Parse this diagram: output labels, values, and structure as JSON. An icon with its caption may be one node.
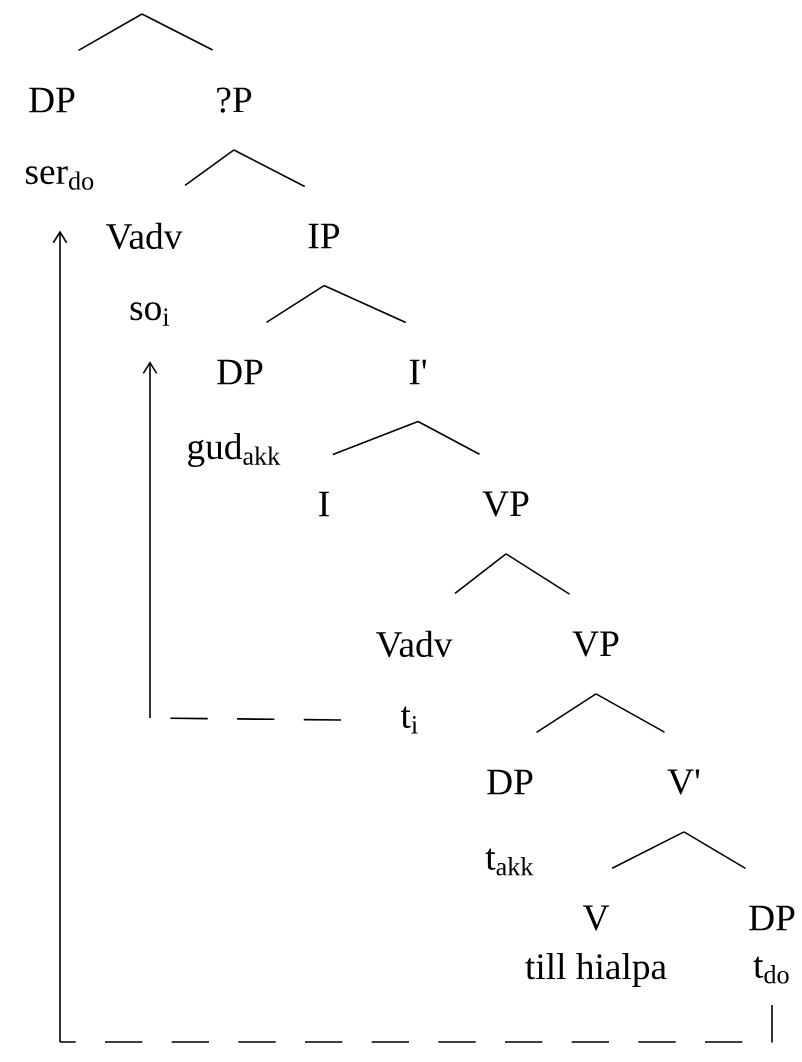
{
  "diagram": {
    "nodes": [
      {
        "text": [
          "DP"
        ]
      },
      {
        "text": [
          "?P"
        ]
      },
      {
        "text": [
          "ser$_{do}$"
        ]
      },
      {
        "text": [
          "Vadv"
        ]
      },
      {
        "text": [
          "IP"
        ]
      },
      {
        "text": [
          "so$_{i}$"
        ]
      },
      {
        "text": [
          "DP"
        ]
      },
      {
        "text": [
          "I'"
        ]
      },
      {
        "text": [
          "gud$_{akk}$"
        ]
      },
      {
        "text": [
          "I"
        ]
      },
      {
        "text": [
          "VP"
        ]
      },
      {
        "text": [
          "Vadv"
        ]
      },
      {
        "text": [
          "VP"
        ]
      },
      {
        "text": [
          "t$_{i}$"
        ]
      },
      {
        "text": [
          "DP"
        ]
      },
      {
        "text": [
          "V'"
        ]
      },
      {
        "text": [
          "t$_{akk}$"
        ]
      },
      {
        "text": [
          "V"
        ]
      },
      {
        "text": [
          "DP"
        ]
      },
      {
        "text": [
          "till hialpa"
        ]
      },
      {
        "text": [
          "t$_{do}$"
        ]
      }
    ],
    "edges": [
      {
        "from": null,
        "to": 0,
        "arrow": "none"
      },
      {
        "from": null,
        "to": 1,
        "arrow": "none"
      },
      {
        "from": 1,
        "to": 3,
        "arrow": "none"
      },
      {
        "from": 1,
        "to": 4,
        "arrow": "none"
      },
      {
        "from": 4,
        "to": 6,
        "arrow": "none"
      },
      {
        "from": 4,
        "to": 7,
        "arrow": "none"
      },
      {
        "from": 7,
        "to": 9,
        "arrow": "none"
      },
      {
        "from": 7,
        "to": 10,
        "arrow": "none"
      },
      {
        "from": 10,
        "to": 11,
        "arrow": "none"
      },
      {
        "from": 10,
        "to": 12,
        "arrow": "none"
      },
      {
        "from": 12,
        "to": 14,
        "arrow": "none"
      },
      {
        "from": 12,
        "to": 15,
        "arrow": "none"
      },
      {
        "from": 15,
        "to": 17,
        "arrow": "none"
      },
      {
        "from": 15,
        "to": 18,
        "arrow": "none"
      },
      {
        "from": 20,
        "to": 2,
        "arrow": "to"
      },
      {
        "from": 13,
        "to": 5,
        "arrow": "to"
      }
    ]
  }
}
